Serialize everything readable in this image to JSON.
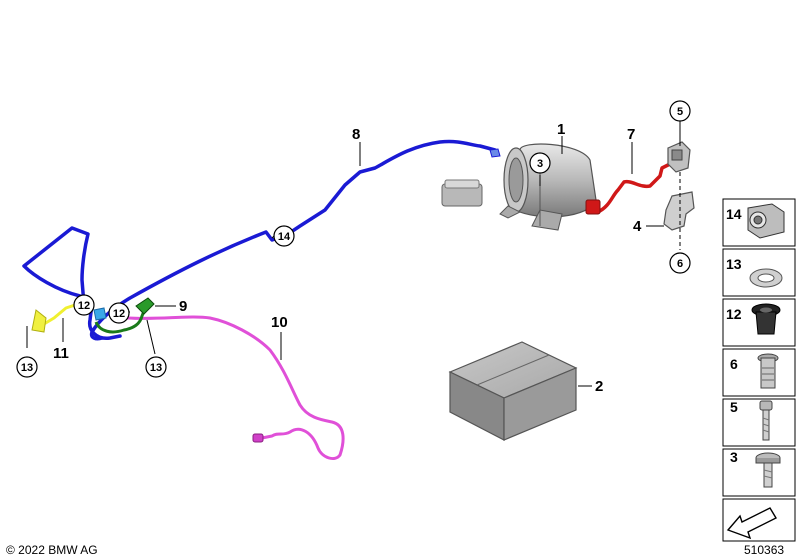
{
  "callouts": {
    "c1": "1",
    "c2": "2",
    "c3": "3",
    "c4": "4",
    "c5": "5",
    "c6": "6",
    "c7": "7",
    "c8": "8",
    "c9": "9",
    "c10": "10",
    "c11": "11",
    "c12a": "12",
    "c12b": "12",
    "c13a": "13",
    "c13b": "13",
    "c14": "14"
  },
  "sidebar": {
    "items": [
      {
        "label": "14",
        "icon": "clip-icon"
      },
      {
        "label": "13",
        "icon": "washer-icon"
      },
      {
        "label": "12",
        "icon": "grommet-icon"
      },
      {
        "label": "6",
        "icon": "rivet-nut-icon"
      },
      {
        "label": "5",
        "icon": "bolt-icon"
      },
      {
        "label": "3",
        "icon": "screw-icon"
      },
      {
        "label": "",
        "icon": "arrow-icon"
      }
    ]
  },
  "footer": {
    "copyright": "© 2022 BMW AG",
    "diagram_number": "510363"
  },
  "colors": {
    "line_8": "#1a1ad4",
    "line_7": "#d01818",
    "line_10": "#e050d8",
    "line_11": "#f0f030",
    "line_9": "#1a7a1a",
    "part_light": "#3aa8e8"
  }
}
